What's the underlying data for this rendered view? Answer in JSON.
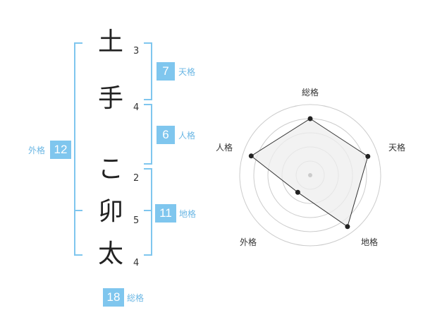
{
  "name": {
    "chars": [
      {
        "char": "土",
        "strokes": "3"
      },
      {
        "char": "手",
        "strokes": "4"
      },
      {
        "char": "こ",
        "strokes": "2"
      },
      {
        "char": "卯",
        "strokes": "5"
      },
      {
        "char": "太",
        "strokes": "4"
      }
    ]
  },
  "fortune": {
    "tenkaku": {
      "label": "天格",
      "value": "7"
    },
    "jinkaku": {
      "label": "人格",
      "value": "6"
    },
    "chikaku": {
      "label": "地格",
      "value": "11"
    },
    "gaikaku": {
      "label": "外格",
      "value": "12"
    },
    "soukaku": {
      "label": "総格",
      "value": "18"
    }
  },
  "colors": {
    "accent": "#7fc6ee",
    "accent_text": "#6bb7e4",
    "radar_fill": "#eeeeee",
    "ring": "#cccccc"
  },
  "chart_data": {
    "type": "radar",
    "axes": [
      "総格",
      "天格",
      "地格",
      "外格",
      "人格"
    ],
    "values": [
      0.8,
      0.86,
      0.9,
      0.3,
      0.88
    ],
    "range": [
      0,
      1
    ],
    "rings": 5
  }
}
